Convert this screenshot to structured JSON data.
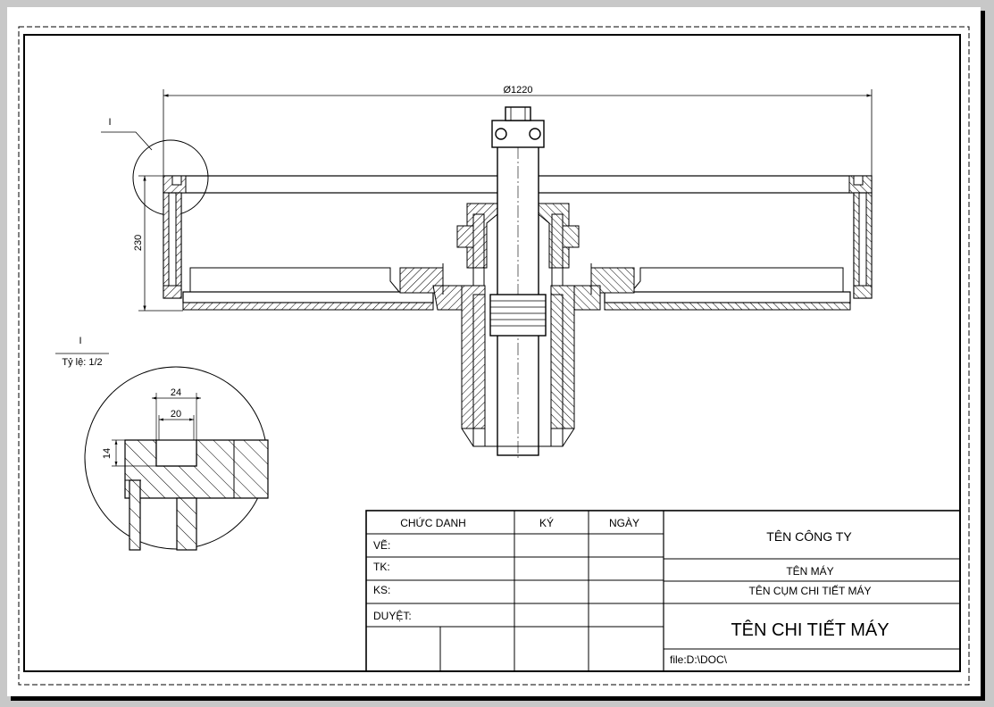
{
  "drawing": {
    "main_view": {
      "diameter_dim": "Ø1220",
      "height_dim": "230",
      "detail_marker": "I"
    },
    "detail_view": {
      "label": "I",
      "scale_label": "Tỷ lệ: 1/2",
      "dim_outer_width": "24",
      "dim_inner_width": "20",
      "dim_depth": "14"
    }
  },
  "title_block": {
    "header_role": "CHỨC DANH",
    "header_sign": "KÝ",
    "header_date": "NGÀY",
    "row_drawn": "VẼ:",
    "row_designed": "TK:",
    "row_checked": "KS:",
    "row_approved": "DUYỆT:",
    "company_name": "TÊN CÔNG TY",
    "machine_name": "TÊN MÁY",
    "assembly_name": "TÊN CỤM CHI TIẾT MÁY",
    "part_name": "TÊN CHI TIẾT MÁY",
    "file_path": "file:D:\\DOC\\"
  }
}
